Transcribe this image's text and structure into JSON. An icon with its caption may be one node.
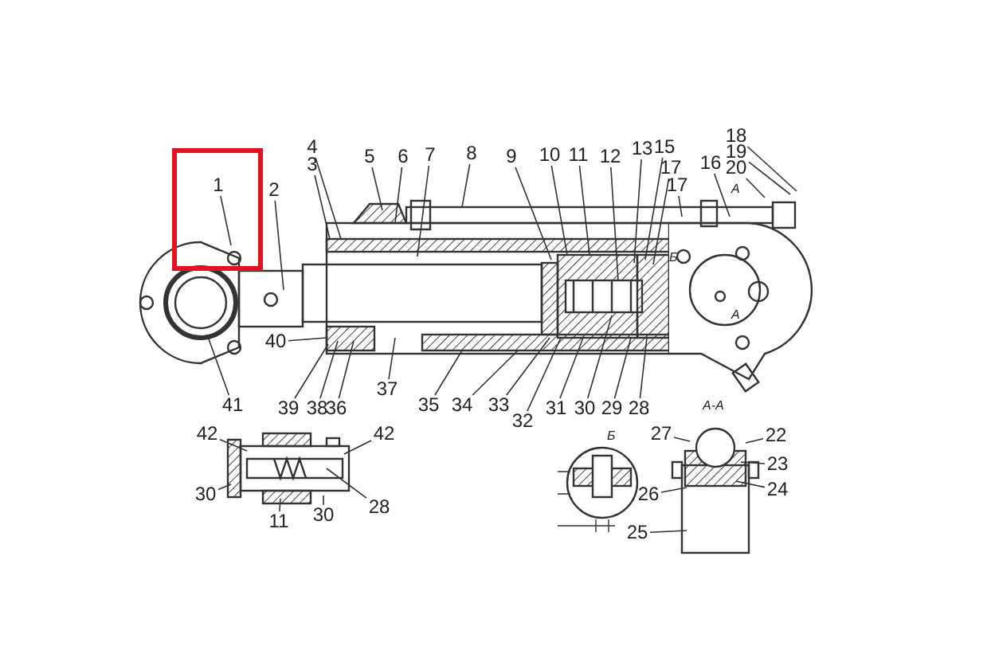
{
  "diagram": {
    "nodes": [
      {
        "text": [
          "1"
        ]
      },
      {
        "text": [
          "2"
        ]
      },
      {
        "text": [
          "4"
        ]
      },
      {
        "text": [
          "3"
        ]
      },
      {
        "text": [
          "5"
        ]
      },
      {
        "text": [
          "6"
        ]
      },
      {
        "text": [
          "7"
        ]
      },
      {
        "text": [
          "8"
        ]
      },
      {
        "text": [
          "9"
        ]
      },
      {
        "text": [
          "10"
        ]
      },
      {
        "text": [
          "11"
        ]
      },
      {
        "text": [
          "12"
        ]
      },
      {
        "text": [
          "13"
        ]
      },
      {
        "text": [
          "15"
        ]
      },
      {
        "text": [
          "17"
        ]
      },
      {
        "text": [
          "16"
        ]
      },
      {
        "text": [
          "17"
        ]
      },
      {
        "text": [
          "18"
        ]
      },
      {
        "text": [
          "19"
        ]
      },
      {
        "text": [
          "20"
        ]
      },
      {
        "text": [
          "41"
        ]
      },
      {
        "text": [
          "40"
        ]
      },
      {
        "text": [
          "39"
        ]
      },
      {
        "text": [
          "38"
        ]
      },
      {
        "text": [
          "37"
        ]
      },
      {
        "text": [
          "36"
        ]
      },
      {
        "text": [
          "35"
        ]
      },
      {
        "text": [
          "34"
        ]
      },
      {
        "text": [
          "33"
        ]
      },
      {
        "text": [
          "32"
        ]
      },
      {
        "text": [
          "31"
        ]
      },
      {
        "text": [
          "30"
        ]
      },
      {
        "text": [
          "29"
        ]
      },
      {
        "text": [
          "28"
        ]
      },
      {
        "text": [
          "42"
        ]
      },
      {
        "text": [
          "42"
        ]
      },
      {
        "text": [
          "30"
        ]
      },
      {
        "text": [
          "11"
        ]
      },
      {
        "text": [
          "30"
        ]
      },
      {
        "text": [
          "28"
        ]
      },
      {
        "text": [
          "27"
        ]
      },
      {
        "text": [
          "26"
        ]
      },
      {
        "text": [
          "25"
        ]
      },
      {
        "text": [
          "22"
        ]
      },
      {
        "text": [
          "23"
        ]
      },
      {
        "text": [
          "24"
        ]
      }
    ],
    "edges": [
      {
        "from": 0,
        "to": null,
        "arrow": "none"
      },
      {
        "from": 1,
        "to": null,
        "arrow": "none"
      },
      {
        "from": 2,
        "to": null,
        "arrow": "none"
      },
      {
        "from": 3,
        "to": null,
        "arrow": "none"
      },
      {
        "from": 4,
        "to": null,
        "arrow": "none"
      },
      {
        "from": 5,
        "to": null,
        "arrow": "none"
      },
      {
        "from": 6,
        "to": null,
        "arrow": "none"
      },
      {
        "from": 7,
        "to": null,
        "arrow": "none"
      },
      {
        "from": 8,
        "to": null,
        "arrow": "none"
      },
      {
        "from": 9,
        "to": null,
        "arrow": "none"
      },
      {
        "from": 10,
        "to": null,
        "arrow": "none"
      },
      {
        "from": 11,
        "to": null,
        "arrow": "none"
      },
      {
        "from": 12,
        "to": null,
        "arrow": "none"
      },
      {
        "from": 13,
        "to": null,
        "arrow": "none"
      },
      {
        "from": 14,
        "to": null,
        "arrow": "none"
      },
      {
        "from": 15,
        "to": null,
        "arrow": "none"
      },
      {
        "from": 16,
        "to": null,
        "arrow": "none"
      },
      {
        "from": 17,
        "to": null,
        "arrow": "none"
      },
      {
        "from": 18,
        "to": null,
        "arrow": "none"
      },
      {
        "from": 19,
        "to": null,
        "arrow": "none"
      },
      {
        "from": 20,
        "to": null,
        "arrow": "none"
      },
      {
        "from": 21,
        "to": null,
        "arrow": "none"
      },
      {
        "from": 22,
        "to": null,
        "arrow": "none"
      },
      {
        "from": 23,
        "to": null,
        "arrow": "none"
      },
      {
        "from": 24,
        "to": null,
        "arrow": "none"
      },
      {
        "from": 25,
        "to": null,
        "arrow": "none"
      },
      {
        "from": 26,
        "to": null,
        "arrow": "none"
      },
      {
        "from": 27,
        "to": null,
        "arrow": "none"
      },
      {
        "from": 28,
        "to": null,
        "arrow": "none"
      },
      {
        "from": 29,
        "to": null,
        "arrow": "none"
      },
      {
        "from": 30,
        "to": null,
        "arrow": "none"
      },
      {
        "from": 31,
        "to": null,
        "arrow": "none"
      },
      {
        "from": 32,
        "to": null,
        "arrow": "none"
      },
      {
        "from": 33,
        "to": null,
        "arrow": "none"
      },
      {
        "from": 34,
        "to": null,
        "arrow": "none"
      },
      {
        "from": 35,
        "to": null,
        "arrow": "none"
      },
      {
        "from": 36,
        "to": null,
        "arrow": "none"
      },
      {
        "from": 37,
        "to": null,
        "arrow": "none"
      },
      {
        "from": 38,
        "to": null,
        "arrow": "none"
      },
      {
        "from": 39,
        "to": null,
        "arrow": "none"
      },
      {
        "from": 40,
        "to": null,
        "arrow": "none"
      },
      {
        "from": 41,
        "to": null,
        "arrow": "none"
      },
      {
        "from": 42,
        "to": null,
        "arrow": "none"
      },
      {
        "from": 43,
        "to": null,
        "arrow": "none"
      },
      {
        "from": 44,
        "to": null,
        "arrow": "none"
      },
      {
        "from": 45,
        "to": null,
        "arrow": "none"
      }
    ],
    "labels": [
      "А",
      "Б",
      "А",
      "Б",
      "А-А"
    ]
  }
}
